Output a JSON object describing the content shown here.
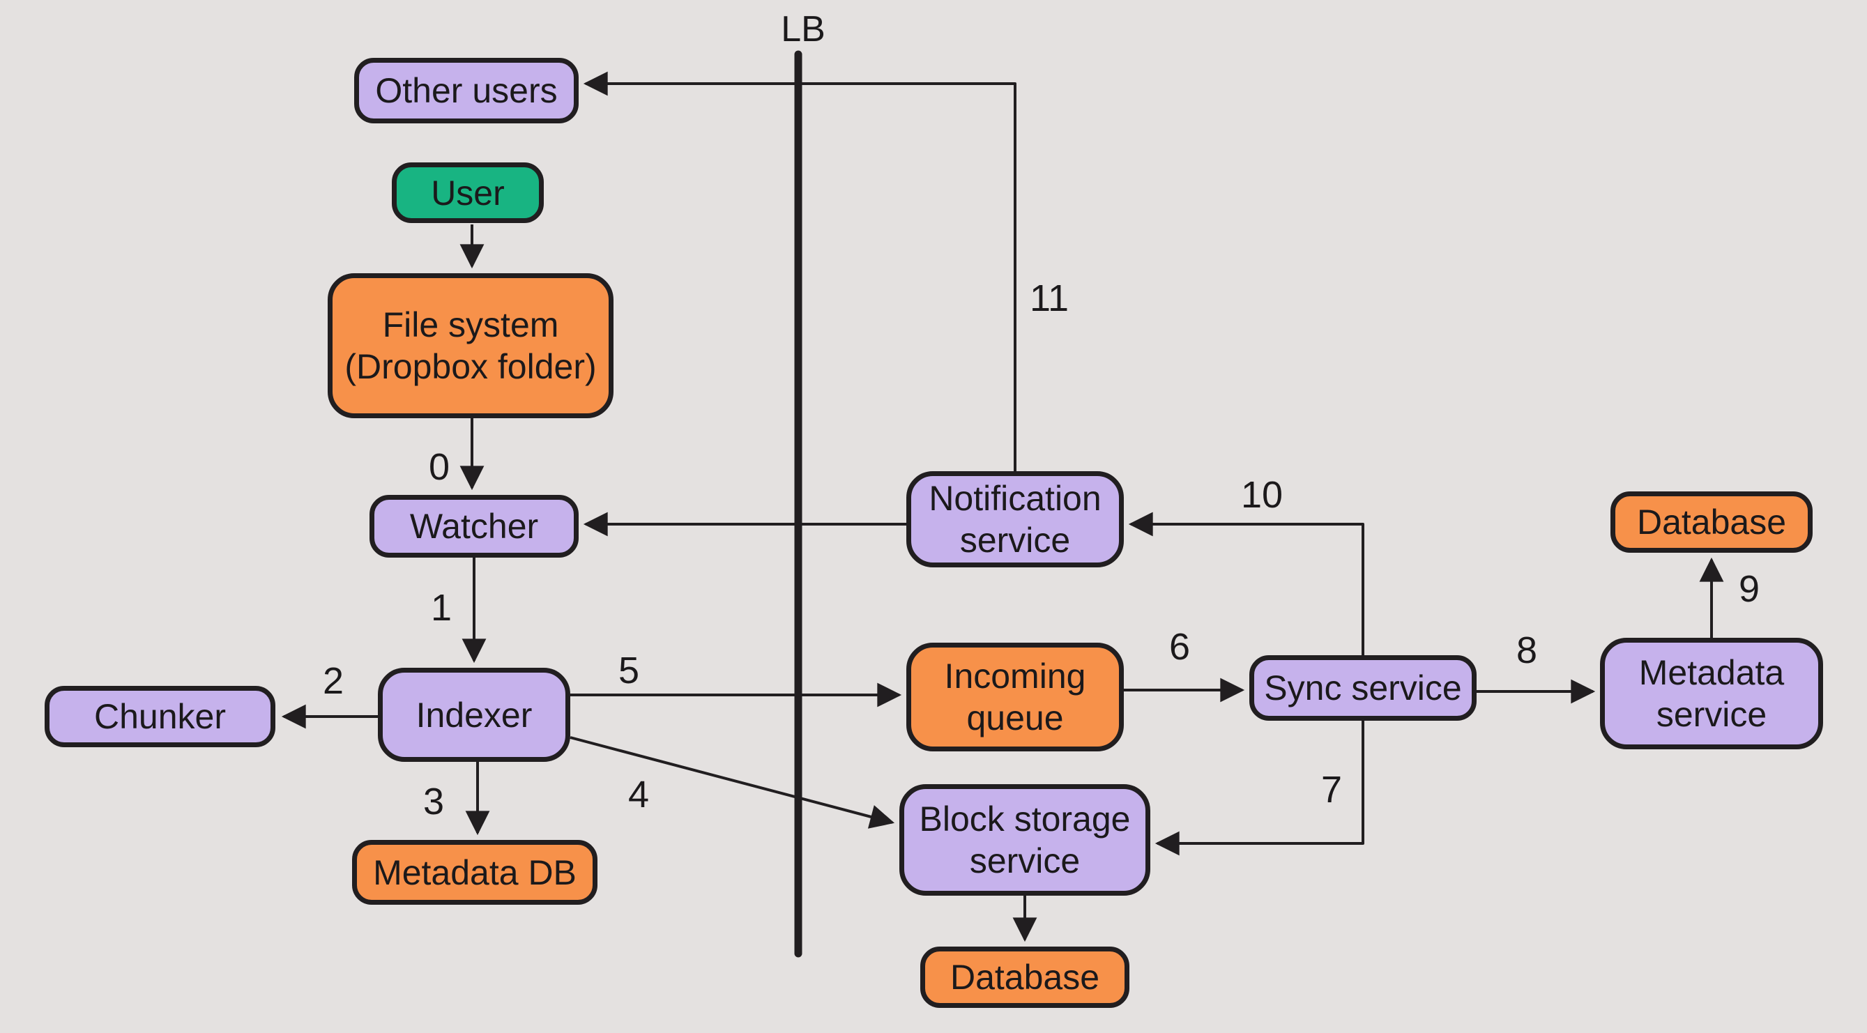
{
  "diagram": {
    "divider_label": "LB",
    "background_color": "#e4e1e0",
    "stroke_color": "#211e20",
    "palette": {
      "purple": "#c6b2ec",
      "orange": "#f7914a",
      "green": "#18b482"
    },
    "nodes": [
      {
        "id": "other-users",
        "label": "Other users",
        "color": "purple"
      },
      {
        "id": "user",
        "label": "User",
        "color": "green"
      },
      {
        "id": "file-system",
        "label": "File system (Dropbox folder)",
        "color": "orange"
      },
      {
        "id": "watcher",
        "label": "Watcher",
        "color": "purple"
      },
      {
        "id": "indexer",
        "label": "Indexer",
        "color": "purple"
      },
      {
        "id": "chunker",
        "label": "Chunker",
        "color": "purple"
      },
      {
        "id": "metadata-db",
        "label": "Metadata DB",
        "color": "orange"
      },
      {
        "id": "notification-service",
        "label": "Notification service",
        "color": "purple"
      },
      {
        "id": "incoming-queue",
        "label": "Incoming queue",
        "color": "orange"
      },
      {
        "id": "sync-service",
        "label": "Sync service",
        "color": "purple"
      },
      {
        "id": "block-storage-service",
        "label": "Block storage service",
        "color": "purple"
      },
      {
        "id": "database-bottom",
        "label": "Database",
        "color": "orange"
      },
      {
        "id": "database-top",
        "label": "Database",
        "color": "orange"
      },
      {
        "id": "metadata-service",
        "label": "Metadata service",
        "color": "purple"
      }
    ],
    "edges": [
      {
        "from": "user",
        "to": "file-system",
        "label": ""
      },
      {
        "from": "file-system",
        "to": "watcher",
        "label": "0"
      },
      {
        "from": "watcher",
        "to": "indexer",
        "label": "1"
      },
      {
        "from": "indexer",
        "to": "chunker",
        "label": "2"
      },
      {
        "from": "indexer",
        "to": "metadata-db",
        "label": "3"
      },
      {
        "from": "indexer",
        "to": "block-storage-service",
        "label": "4"
      },
      {
        "from": "indexer",
        "to": "incoming-queue",
        "label": "5"
      },
      {
        "from": "incoming-queue",
        "to": "sync-service",
        "label": "6"
      },
      {
        "from": "sync-service",
        "to": "block-storage-service",
        "label": "7"
      },
      {
        "from": "sync-service",
        "to": "metadata-service",
        "label": "8"
      },
      {
        "from": "metadata-service",
        "to": "database-top",
        "label": "9"
      },
      {
        "from": "sync-service",
        "to": "notification-service",
        "label": "10"
      },
      {
        "from": "notification-service",
        "to": "other-users",
        "label": "11"
      },
      {
        "from": "notification-service",
        "to": "watcher",
        "label": ""
      },
      {
        "from": "block-storage-service",
        "to": "database-bottom",
        "label": ""
      }
    ]
  }
}
